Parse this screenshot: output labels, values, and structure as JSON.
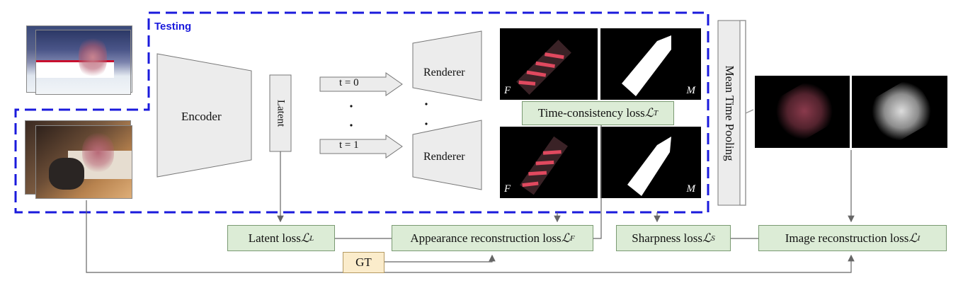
{
  "labels": {
    "testing": "Testing",
    "encoder": "Encoder",
    "latent": "Latent",
    "renderer_top": "Renderer",
    "renderer_bottom": "Renderer",
    "t0": "t = 0",
    "t1": "t = 1",
    "mean_time_pooling": "Mean Time Pooling",
    "f_top": "F",
    "m_top": "M",
    "f_bottom": "F",
    "m_bottom": "M",
    "gt": "GT"
  },
  "losses": {
    "time_consistency": {
      "text": "Time-consistency loss ",
      "symbol": "ℒ",
      "sub": "T"
    },
    "latent": {
      "text": "Latent loss ",
      "symbol": "ℒ",
      "sub": "L"
    },
    "appearance": {
      "text": "Appearance reconstruction loss ",
      "symbol": "ℒ",
      "sub": "F"
    },
    "sharpness": {
      "text": "Sharpness loss ",
      "symbol": "ℒ",
      "sub": "S"
    },
    "image": {
      "text": "Image reconstruction loss ",
      "symbol": "ℒ",
      "sub": "I"
    }
  },
  "colors": {
    "testing_border": "#1a1adc",
    "loss_box": "#dcecd6",
    "gt_box": "#fbeccb",
    "shape_fill": "#ececec",
    "arrow": "#666666"
  }
}
